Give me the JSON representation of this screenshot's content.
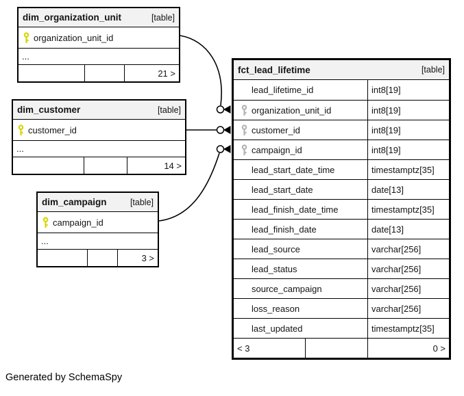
{
  "diagram": {
    "generated_by": "Generated by SchemaSpy",
    "colors": {
      "primary_key": "#d6d600",
      "foreign_key": "#b3b3b3",
      "header_bg": "#f2f2f2",
      "border": "#000000"
    }
  },
  "entities": [
    {
      "id": "dim_organization_unit",
      "name": "dim_organization_unit",
      "badge": "[table]",
      "kind": "dim",
      "columns": [
        {
          "name": "organization_unit_id",
          "key": "pk"
        }
      ],
      "ellipsis": "...",
      "footer": {
        "left": "",
        "mid": "",
        "right": "21 >"
      }
    },
    {
      "id": "dim_customer",
      "name": "dim_customer",
      "badge": "[table]",
      "kind": "dim",
      "columns": [
        {
          "name": "customer_id",
          "key": "pk"
        }
      ],
      "ellipsis": "...",
      "footer": {
        "left": "",
        "mid": "",
        "right": "14 >"
      }
    },
    {
      "id": "dim_campaign",
      "name": "dim_campaign",
      "badge": "[table]",
      "kind": "dim",
      "columns": [
        {
          "name": "campaign_id",
          "key": "pk"
        }
      ],
      "ellipsis": "...",
      "footer": {
        "left": "",
        "mid": "",
        "right": "3 >"
      }
    },
    {
      "id": "fct_lead_lifetime",
      "name": "fct_lead_lifetime",
      "badge": "[table]",
      "kind": "fact",
      "columns": [
        {
          "name": "lead_lifetime_id",
          "type": "int8[19]",
          "key": ""
        },
        {
          "name": "organization_unit_id",
          "type": "int8[19]",
          "key": "fk"
        },
        {
          "name": "customer_id",
          "type": "int8[19]",
          "key": "fk"
        },
        {
          "name": "campaign_id",
          "type": "int8[19]",
          "key": "fk"
        },
        {
          "name": "lead_start_date_time",
          "type": "timestamptz[35]",
          "key": ""
        },
        {
          "name": "lead_start_date",
          "type": "date[13]",
          "key": ""
        },
        {
          "name": "lead_finish_date_time",
          "type": "timestamptz[35]",
          "key": ""
        },
        {
          "name": "lead_finish_date",
          "type": "date[13]",
          "key": ""
        },
        {
          "name": "lead_source",
          "type": "varchar[256]",
          "key": ""
        },
        {
          "name": "lead_status",
          "type": "varchar[256]",
          "key": ""
        },
        {
          "name": "source_campaign",
          "type": "varchar[256]",
          "key": ""
        },
        {
          "name": "loss_reason",
          "type": "varchar[256]",
          "key": ""
        },
        {
          "name": "last_updated",
          "type": "timestamptz[35]",
          "key": ""
        }
      ],
      "footer": {
        "left": "< 3",
        "mid": "",
        "right": "0 >"
      }
    }
  ],
  "relationships": [
    {
      "from": "dim_organization_unit.organization_unit_id",
      "to": "fct_lead_lifetime.organization_unit_id"
    },
    {
      "from": "dim_customer.customer_id",
      "to": "fct_lead_lifetime.customer_id"
    },
    {
      "from": "dim_campaign.campaign_id",
      "to": "fct_lead_lifetime.campaign_id"
    }
  ]
}
